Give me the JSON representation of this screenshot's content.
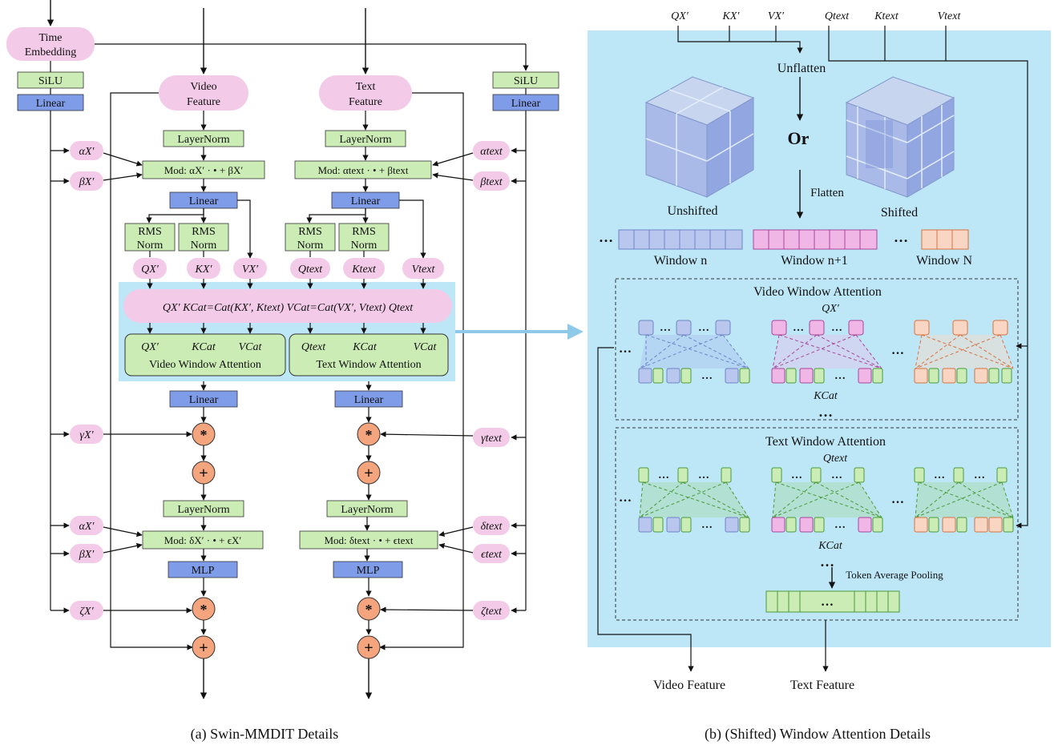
{
  "left": {
    "time_embedding": [
      "Time",
      "Embedding"
    ],
    "silu": "SiLU",
    "linear": "Linear",
    "video_feature": [
      "Video",
      "Feature"
    ],
    "text_feature": [
      "Text",
      "Feature"
    ],
    "layernorm": "LayerNorm",
    "rms_norm": [
      "RMS",
      "Norm"
    ],
    "mod_video_1": "Mod: αX′ · • + βX′",
    "mod_text_1": "Mod: αtext · • + βtext",
    "mod_video_2": "Mod: δX′ · • + ϵX′",
    "mod_text_2": "Mod: δtext · • + ϵtext",
    "mlp": "MLP",
    "q_video": "QX′",
    "k_video": "KX′",
    "v_video": "VX′",
    "q_text": "Qtext",
    "k_text": "Ktext",
    "v_text": "Vtext",
    "concat_line": "QX′   KCat=Cat(KX′, Ktext)   VCat=Cat(VX′, Vtext)   Qtext",
    "video_attn_inputs": [
      "QX′",
      "KCat",
      "VCat"
    ],
    "text_attn_inputs": [
      "Qtext",
      "KCat",
      "VCat"
    ],
    "video_window_attention": "Video Window Attention",
    "text_window_attention": "Text Window Attention",
    "left_params": [
      "αX′",
      "βX′",
      "γX′",
      "αX′",
      "βX′",
      "ζX′"
    ],
    "right_params": [
      "αtext",
      "βtext",
      "γtext",
      "δtext",
      "ϵtext",
      "ζtext"
    ],
    "multiply": "*",
    "add": "+",
    "caption": "(a) Swin-MMDIT Details"
  },
  "right": {
    "inputs": [
      "QX′",
      "KX′",
      "VX′",
      "Qtext",
      "Ktext",
      "Vtext"
    ],
    "unflatten": "Unflatten",
    "or": "Or",
    "flatten": "Flatten",
    "unshifted": "Unshifted",
    "shifted": "Shifted",
    "ellipsis": "…",
    "window_n": "Window n",
    "window_n1": "Window n+1",
    "window_N": "Window N",
    "video_window_attention": "Video Window Attention",
    "text_window_attention": "Text Window Attention",
    "q_video": "QX′",
    "k_cat": "KCat",
    "q_text": "Qtext",
    "token_pooling": "Token Average Pooling",
    "video_feature": "Video Feature",
    "text_feature": "Text Feature",
    "caption": "(b) (Shifted) Window Attention Details"
  },
  "colors": {
    "pink": "#f3cbe8",
    "green": "#ccecb5",
    "blue": "#7f9ce8",
    "orange": "#f4a57d",
    "cyan": "#bde7f7",
    "arrow": "#8ec9ea"
  }
}
